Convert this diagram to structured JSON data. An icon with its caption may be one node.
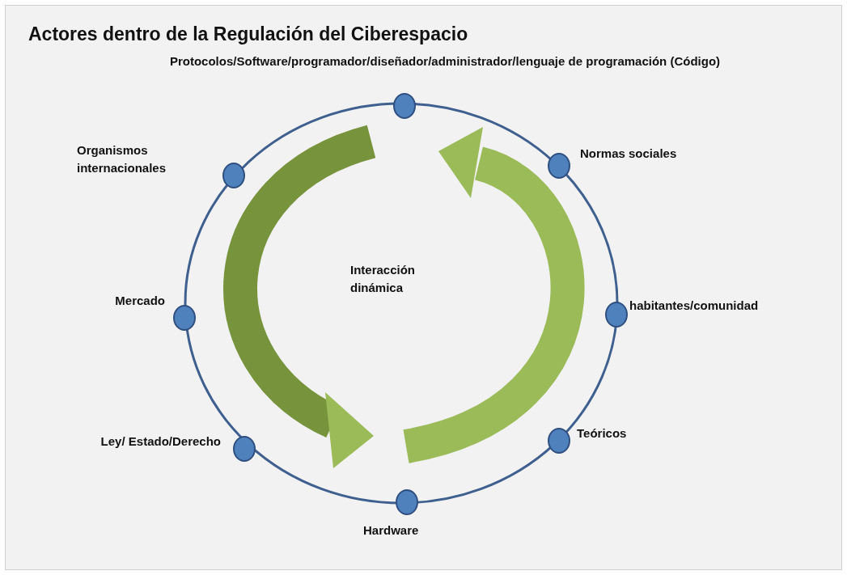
{
  "diagram": {
    "title": "Actores dentro de la Regulación del Ciberespacio",
    "nodes": [
      {
        "text": [
          "Protocolos/Software/programador/diseñador/administrador/lenguaje de programación (Código)"
        ]
      },
      {
        "text": [
          "Normas sociales"
        ]
      },
      {
        "text": [
          "habitantes/comunidad"
        ]
      },
      {
        "text": [
          "Teóricos"
        ]
      },
      {
        "text": [
          "Hardware"
        ]
      },
      {
        "text": [
          "Ley/ Estado/Derecho"
        ]
      },
      {
        "text": [
          "Mercado"
        ]
      },
      {
        "text": [
          "Organismos internacionales"
        ]
      }
    ],
    "labels": [
      "Interacción dinámica"
    ]
  }
}
